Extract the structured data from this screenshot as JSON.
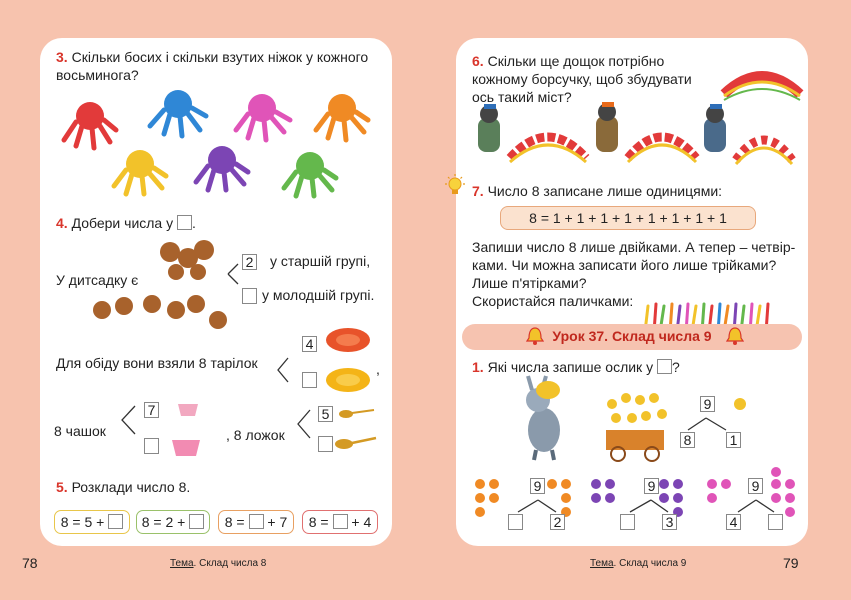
{
  "left_page": {
    "task3": {
      "number": "3.",
      "text_line1": "Скільки босих і скільки взутих ніжок у кожного",
      "text_line2": "восьминога?"
    },
    "task4": {
      "number": "4.",
      "text": "Добери числа у",
      "kindergarten_label": "У дитсадку є",
      "older_group": {
        "value": "2",
        "label": "у старшій групі,"
      },
      "younger_group": {
        "value": "",
        "label": "у молодшій групі."
      },
      "plates_text": "Для обіду вони взяли 8 тарілок",
      "plates": {
        "top": "4",
        "bottom": ""
      },
      "cups_label": "8 чашок",
      "cups": {
        "top": "7",
        "bottom": ""
      },
      "spoons_label": "8 ложок",
      "spoons": {
        "top": "5",
        "bottom": ""
      }
    },
    "task5": {
      "number": "5.",
      "text": "Розклади число 8.",
      "equations": [
        {
          "a": "8 = 5 +",
          "b": ""
        },
        {
          "a": "8 = 2 +",
          "b": ""
        },
        {
          "a": "8 =",
          "b": "+ 7"
        },
        {
          "a": "8 =",
          "b": "+ 4"
        }
      ]
    },
    "page_number": "78",
    "topic_label": "Тема",
    "topic_text": ". Склад числа 8"
  },
  "right_page": {
    "task6": {
      "number": "6.",
      "line1": "Скільки ще дощок потрібно",
      "line2": "кожному борсучку, щоб збудувати",
      "line3": "ось такий міст?"
    },
    "task7": {
      "number": "7.",
      "text": "Число 8 записане лише одиницями:",
      "equation": "8 = 1 + 1 + 1 + 1 + 1 + 1 + 1 + 1",
      "line1": "Запиши число 8 лише двійками. А тепер – четвір-",
      "line2": "ками. Чи можна записати його лише трійками?",
      "line3": "Лише п'ятірками?",
      "line4": "Скористайся паличками:"
    },
    "lesson_title": "Урок 37. Склад числа 9",
    "task1": {
      "number": "1.",
      "text": "Які числа запише ослик у",
      "tree_main": {
        "total": "9",
        "left": "8",
        "right": "1"
      },
      "trees": [
        {
          "total": "9",
          "left": "",
          "right": "2"
        },
        {
          "total": "9",
          "left": "",
          "right": "3"
        },
        {
          "total": "9",
          "left": "4",
          "right": ""
        }
      ]
    },
    "page_number": "79",
    "topic_label": "Тема",
    "topic_text": ". Склад числа 9"
  },
  "colors": {
    "background": "#f7c3ae",
    "accent_red": "#d9352b",
    "lesson_banner": "#f6c3b0",
    "pill_border_yellow": "#e8c64a",
    "pill_border_green": "#9ac16a",
    "pill_border_orange": "#e8a062",
    "pill_border_red": "#e07070",
    "equation_box": "#fbe2cf"
  }
}
